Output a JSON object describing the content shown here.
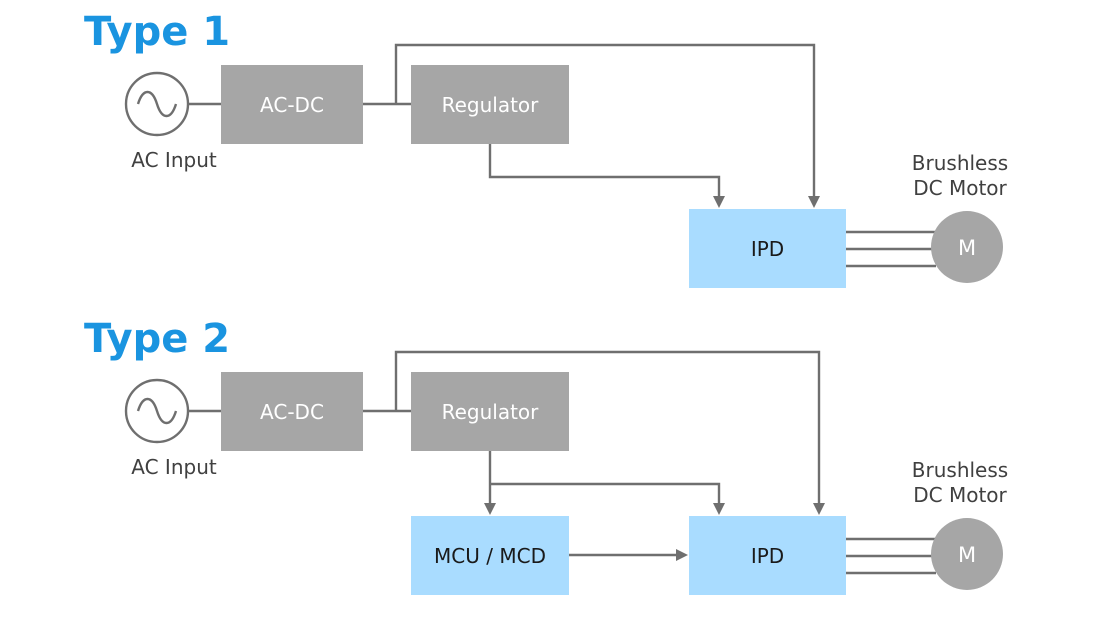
{
  "colors": {
    "title": "#1a94e0",
    "gray_box": "#a6a6a6",
    "blue_box": "#a9dcff",
    "wire": "#6f6f6f",
    "motor": "#a6a6a6"
  },
  "type1": {
    "title": "Type 1",
    "ac_input_label": "AC Input",
    "acdc_label": "AC-DC",
    "regulator_label": "Regulator",
    "ipd_label": "IPD",
    "motor_caption_line1": "Brushless",
    "motor_caption_line2": "DC Motor",
    "motor_symbol": "M"
  },
  "type2": {
    "title": "Type 2",
    "ac_input_label": "AC Input",
    "acdc_label": "AC-DC",
    "regulator_label": "Regulator",
    "mcu_label": "MCU / MCD",
    "ipd_label": "IPD",
    "motor_caption_line1": "Brushless",
    "motor_caption_line2": "DC Motor",
    "motor_symbol": "M"
  }
}
